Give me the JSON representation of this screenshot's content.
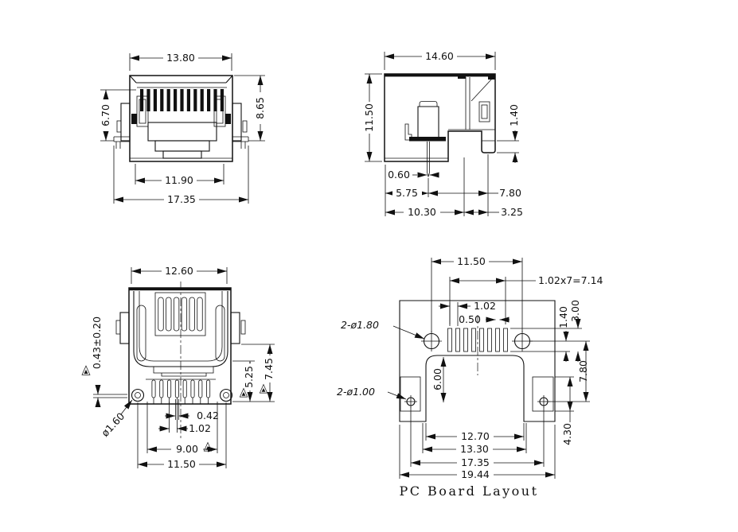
{
  "caption": "PC Board Layout",
  "front": {
    "w_top": "13.80",
    "h_left": "6.70",
    "h_right": "8.65",
    "w_inner": "11.90",
    "w_outer": "17.35"
  },
  "side": {
    "w_top": "14.60",
    "h_left": "11.50",
    "h_foot": "1.40",
    "w_pin": "0.60",
    "d_pin": "5.75",
    "d_step": "10.30",
    "d_foot": "7.80",
    "d_foot_step": "3.25"
  },
  "bottom": {
    "w_top": "12.60",
    "standoff": "0.43±0.20",
    "post_dia": "ø1.60",
    "w_pin": "0.42",
    "pitch": "1.02",
    "span_pins": "9.00",
    "span_posts": "11.50",
    "h_inner": "5.25",
    "h_outer": "7.45"
  },
  "pcb": {
    "span_top": "11.50",
    "pitch_total": "1.02x7=7.14",
    "pitch": "1.02",
    "w_slot": "0.50",
    "holes_large": "2-ø1.80",
    "holes_small": "2-ø1.00",
    "d_cutout": "6.00",
    "slot_low": "1.40",
    "l_slot": "3.00",
    "v_span": "7.80",
    "h_tab": "4.30",
    "w_cutout": "12.70",
    "w_inner": "13.30",
    "span_holes": "17.35",
    "w_total": "19.44"
  }
}
